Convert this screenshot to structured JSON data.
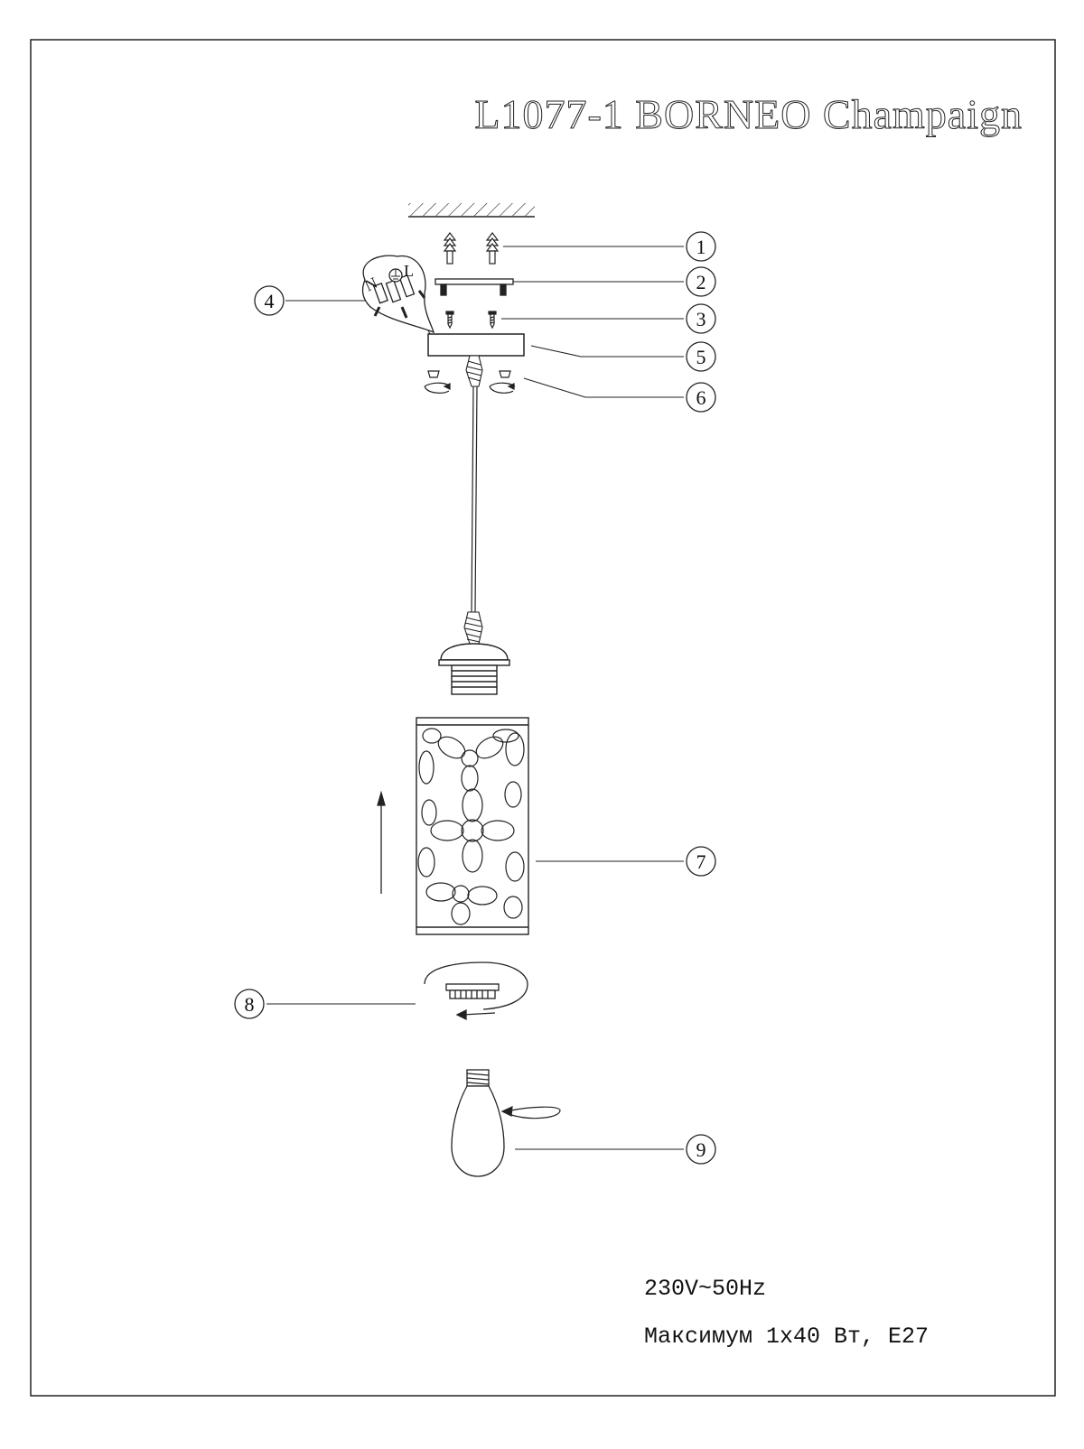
{
  "title": "L1077-1 BORNEO Champaign",
  "parts": [
    {
      "number": "1"
    },
    {
      "number": "2"
    },
    {
      "number": "3"
    },
    {
      "number": "4"
    },
    {
      "number": "5"
    },
    {
      "number": "6"
    },
    {
      "number": "7"
    },
    {
      "number": "8"
    },
    {
      "number": "9"
    }
  ],
  "terminal_letters": {
    "neutral": "N",
    "line": "L"
  },
  "specs": {
    "voltage": "230V~50Hz",
    "max_power": "Максимум 1x40 Вт, E27"
  }
}
